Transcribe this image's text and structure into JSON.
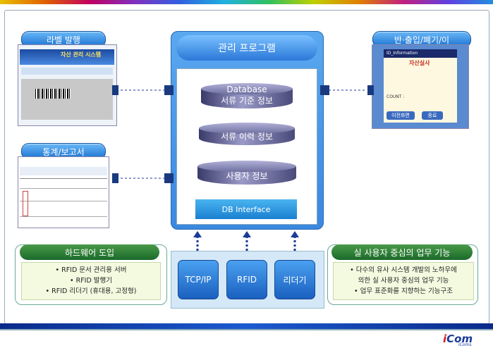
{
  "left_panels": {
    "label_issue": {
      "title": "라벨 발행",
      "screen_caption": "자산 관리 시스템"
    },
    "stats_report": {
      "title": "통계/보고서"
    }
  },
  "right_panel": {
    "title": "반·출입/폐기/이",
    "device_header": "ID_Information",
    "device_title": "자산실사",
    "count_label": "COUNT :",
    "buttons": [
      "이전화면",
      "종료"
    ]
  },
  "central": {
    "title": "관리 프로그램",
    "databases": [
      {
        "line1": "Database",
        "line2": "서류 기준 정보"
      },
      {
        "line1": "서류 이력 정보",
        "line2": ""
      },
      {
        "line1": "사용자 정보",
        "line2": ""
      }
    ],
    "db_interface": "DB Interface"
  },
  "hardware_buttons": [
    "TCP/IP",
    "RFID",
    "리더기"
  ],
  "hardware_intro": {
    "title": "하드웨어 도입",
    "items": [
      "• RFID 문서 관리용 서버",
      "• RFID 발행기",
      "• RFID 리더기 (휴대용, 고정형)"
    ]
  },
  "user_centric": {
    "title": "실 사용자 중심의 업무 기능",
    "items": [
      "• 다수의 유사 시스템 개발의 노하우에",
      "의한 실 사용자 중심의 업무 기능",
      "• 업무 표준화를 지향하는 기능구조"
    ]
  },
  "logo": {
    "brand": "iCom",
    "sub": "iComs"
  },
  "colors": {
    "accent_blue": "#2a78d8",
    "green": "#1a6a2a",
    "navy": "#1a3a80"
  }
}
